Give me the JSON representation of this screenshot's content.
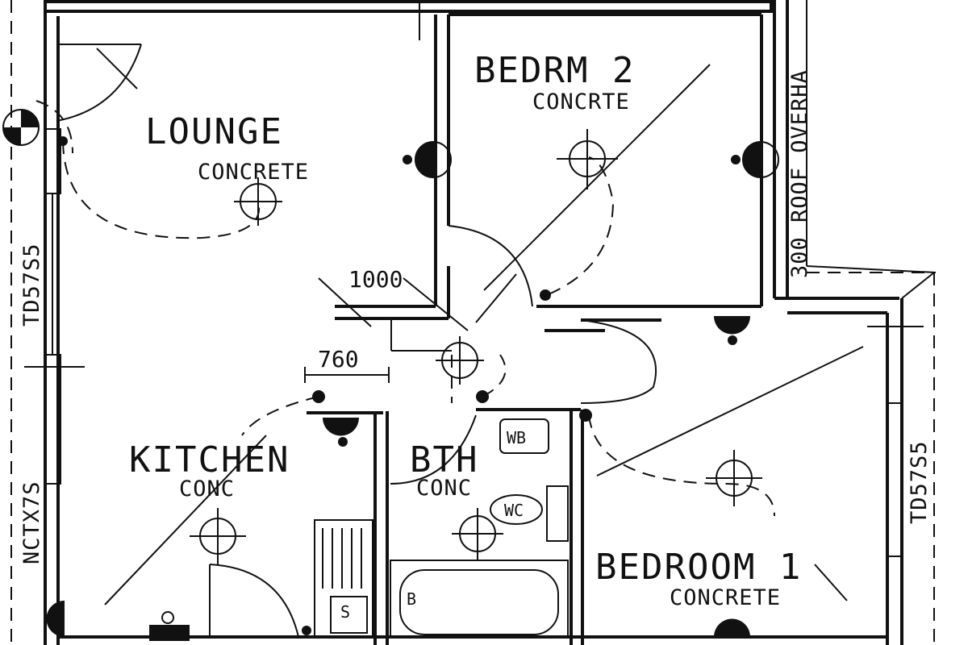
{
  "rooms": {
    "lounge": {
      "name": "LOUNGE",
      "floor": "CONCRETE"
    },
    "bedroom2": {
      "name": "BEDRM 2",
      "floor": "CONCRTE"
    },
    "kitchen": {
      "name": "KITCHEN",
      "floor": "CONC"
    },
    "bath": {
      "name": "BTH",
      "floor": "CONC"
    },
    "bedroom1": {
      "name": "BEDROOM 1",
      "floor": "CONCRETE"
    }
  },
  "dimensions": {
    "passage_width": "1000",
    "door_width": "760"
  },
  "fixtures": {
    "wash_basin": "WB",
    "water_closet": "WC",
    "bath": "B",
    "sink": "S"
  },
  "annotations": {
    "window_left_top": "TD57S5",
    "window_left_bottom": "NCTX7S",
    "window_right": "TD57S5",
    "roof_overhang": "300 ROOF OVERHA"
  }
}
